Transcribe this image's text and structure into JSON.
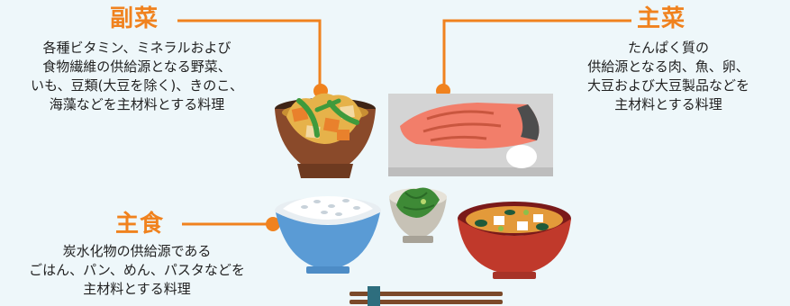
{
  "accent_color": "#f0821e",
  "labels": {
    "fukusai": {
      "title": "副菜",
      "lines": [
        "各種ビタミン、ミネラルおよび",
        "食物繊維の供給源となる野菜、",
        "いも、豆類(大豆を除く)、きのこ、",
        "海藻などを主材料とする料理"
      ]
    },
    "shusai": {
      "title": "主菜",
      "lines": [
        "たんぱく質の",
        "供給源となる肉、魚、卵、",
        "大豆および大豆製品などを",
        "主材料とする料理"
      ]
    },
    "shushoku": {
      "title": "主食",
      "lines": [
        "炭水化物の供給源である",
        "ごはん、パン、めん、パスタなどを",
        "主材料とする料理"
      ]
    }
  },
  "illustrations": [
    "simmered-vegetables-bowl-icon",
    "grilled-salmon-plate-icon",
    "rice-bowl-icon",
    "spinach-side-dish-icon",
    "miso-soup-bowl-icon",
    "chopsticks-icon"
  ]
}
